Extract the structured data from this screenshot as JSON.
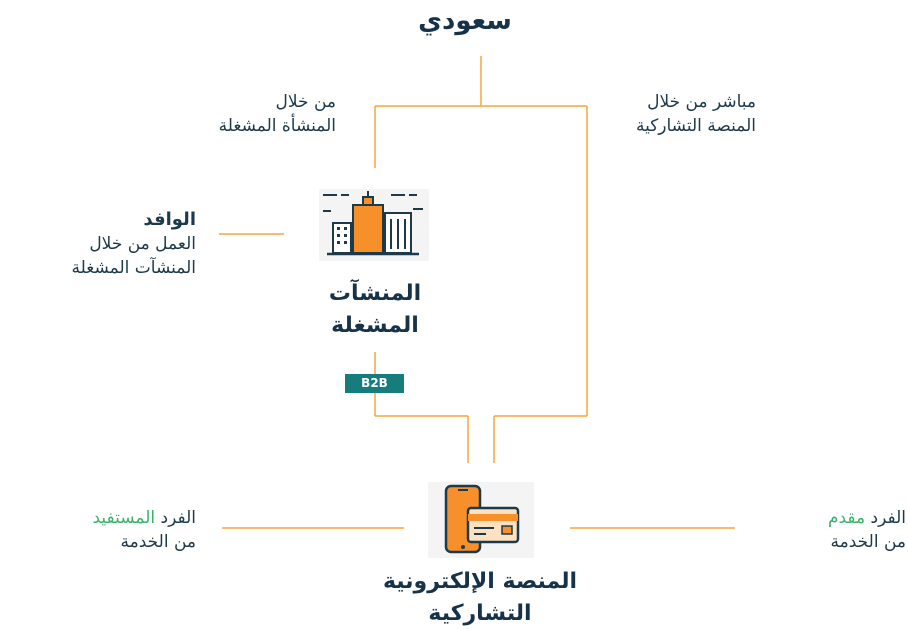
{
  "colors": {
    "line": "#f6a53a",
    "accent_green": "#3bb26b",
    "badge_bg": "#177d7c",
    "text": "#1d3a4a"
  },
  "top": {
    "title": "سعودي"
  },
  "branches": {
    "left_line1": "من خلال",
    "left_line2": "المنشأة المشغلة",
    "right_line1": "مباشر من خلال",
    "right_line2": "المنصة التشاركية"
  },
  "expat": {
    "title": "الوافد",
    "line1": "العمل من خلال",
    "line2": "المنشآت المشغلة"
  },
  "establishments": {
    "icon": "buildings-icon",
    "line1": "المنشآت",
    "line2": "المشغلة"
  },
  "badge": {
    "label": "B2B"
  },
  "platform": {
    "icon": "mobile-card-icon",
    "line1": "المنصة الإلكترونية",
    "line2": "التشاركية"
  },
  "beneficiary": {
    "word1": "الفرد",
    "word2": "المستفيد",
    "line2": "من الخدمة"
  },
  "provider": {
    "word1": "الفرد",
    "word2": "مقدم",
    "line2": "من الخدمة"
  }
}
